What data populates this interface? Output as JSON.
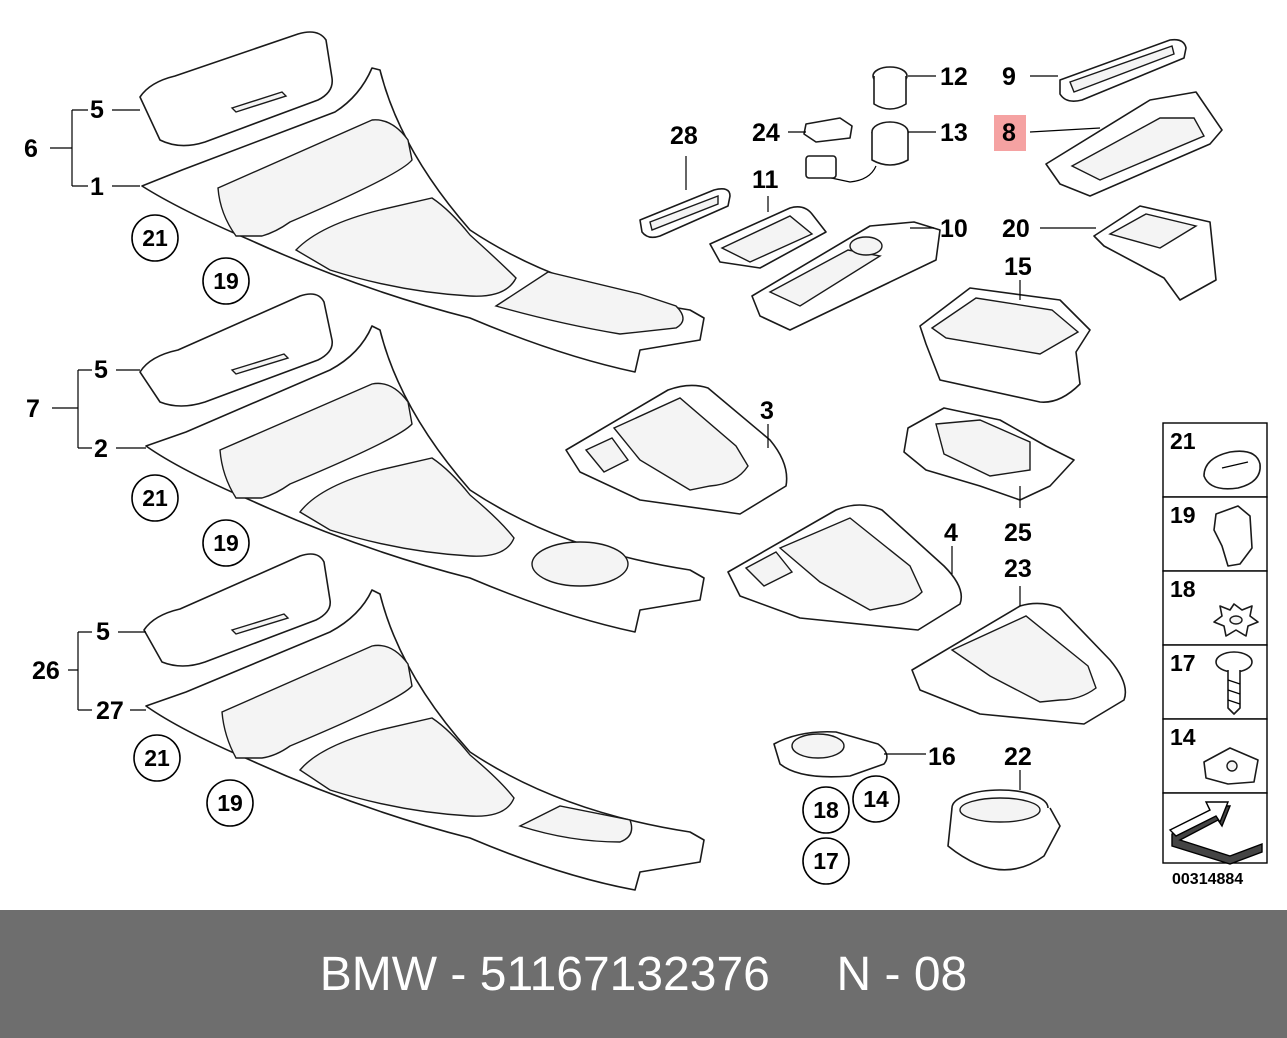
{
  "diagram": {
    "highlight_color": "#f28b8b",
    "highlighted_part": "8",
    "bracket_groups": [
      {
        "group": "6",
        "items": [
          "5",
          "1"
        ]
      },
      {
        "group": "7",
        "items": [
          "5",
          "2"
        ]
      },
      {
        "group": "26",
        "items": [
          "5",
          "27"
        ]
      }
    ],
    "part_labels": [
      "12",
      "9",
      "28",
      "24",
      "13",
      "8",
      "11",
      "10",
      "20",
      "15",
      "3",
      "4",
      "25",
      "23",
      "16",
      "22"
    ],
    "circled_labels": [
      "21",
      "19",
      "21",
      "19",
      "21",
      "19",
      "18",
      "14",
      "17"
    ],
    "legend": [
      "21",
      "19",
      "18",
      "17",
      "14"
    ],
    "reference_number": "00314884"
  },
  "footer": {
    "brand": "BMW",
    "part_number": "51167132376",
    "position": "N - 08",
    "text": "BMW - 51167132376     N - 08"
  }
}
